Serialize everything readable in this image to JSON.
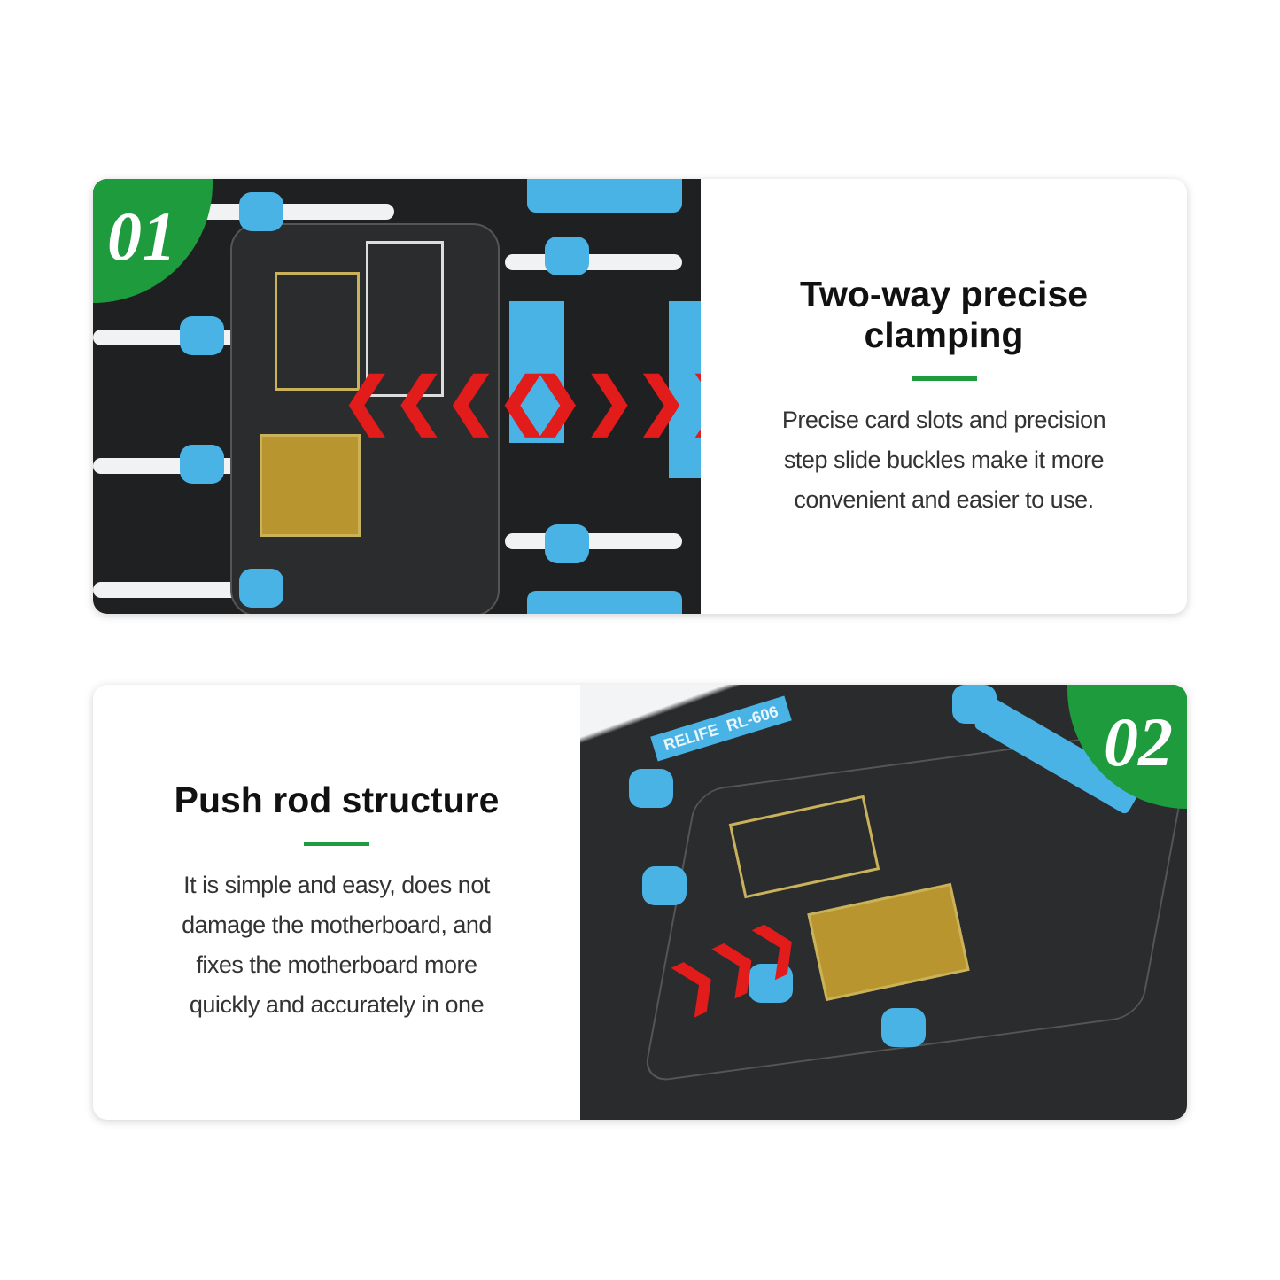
{
  "colors": {
    "accent_green": "#1e9b3c",
    "clamp_blue": "#4ab3e6",
    "arrow_red": "#e21b1b"
  },
  "features": [
    {
      "badge": "01",
      "title": "Two-way precise clamping",
      "description": "Precise card slots and precision step slide buckles make it more convenient and easier to use."
    },
    {
      "badge": "02",
      "title": "Push rod structure",
      "description": "It is simple and easy, does not damage the motherboard, and fixes the motherboard more quickly and accurately in one",
      "product_logo": "RELIFE",
      "product_model": "RL-606"
    }
  ]
}
